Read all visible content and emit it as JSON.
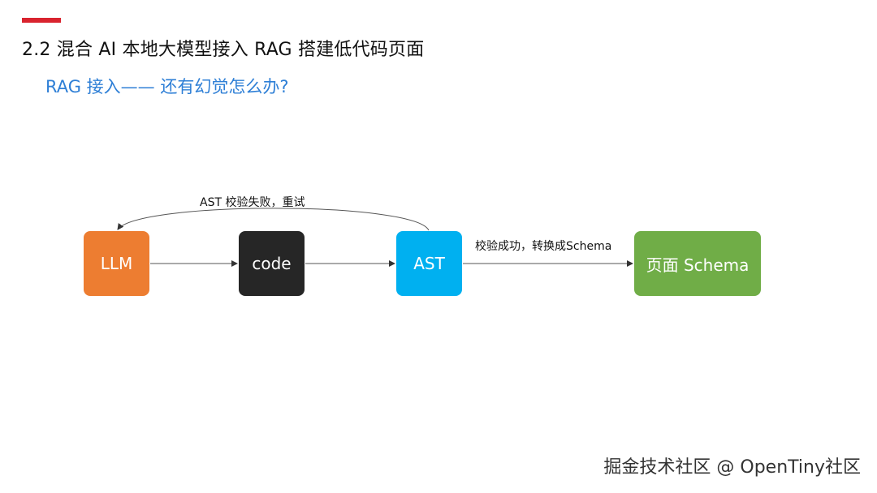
{
  "slide": {
    "title": "2.2 混合 AI 本地大模型接入 RAG 搭建低代码页面",
    "subtitle": "RAG 接入—— 还有幻觉怎么办?",
    "accent_color": "#d9232e",
    "subtitle_color": "#2e7fd6"
  },
  "diagram": {
    "nodes": [
      {
        "id": "llm",
        "label": "LLM",
        "color": "#ed7d31"
      },
      {
        "id": "code",
        "label": "code",
        "color": "#262626"
      },
      {
        "id": "ast",
        "label": "AST",
        "color": "#00b0f0"
      },
      {
        "id": "schema",
        "label": "页面 Schema",
        "color": "#70ad47"
      }
    ],
    "edges": [
      {
        "from": "llm",
        "to": "code",
        "label": ""
      },
      {
        "from": "code",
        "to": "ast",
        "label": ""
      },
      {
        "from": "ast",
        "to": "schema",
        "label": "校验成功，转换成Schema"
      },
      {
        "from": "ast",
        "to": "llm",
        "label": "AST 校验失败，重试"
      }
    ]
  },
  "watermark": {
    "text": "掘金技术社区 @ OpenTiny社区"
  }
}
